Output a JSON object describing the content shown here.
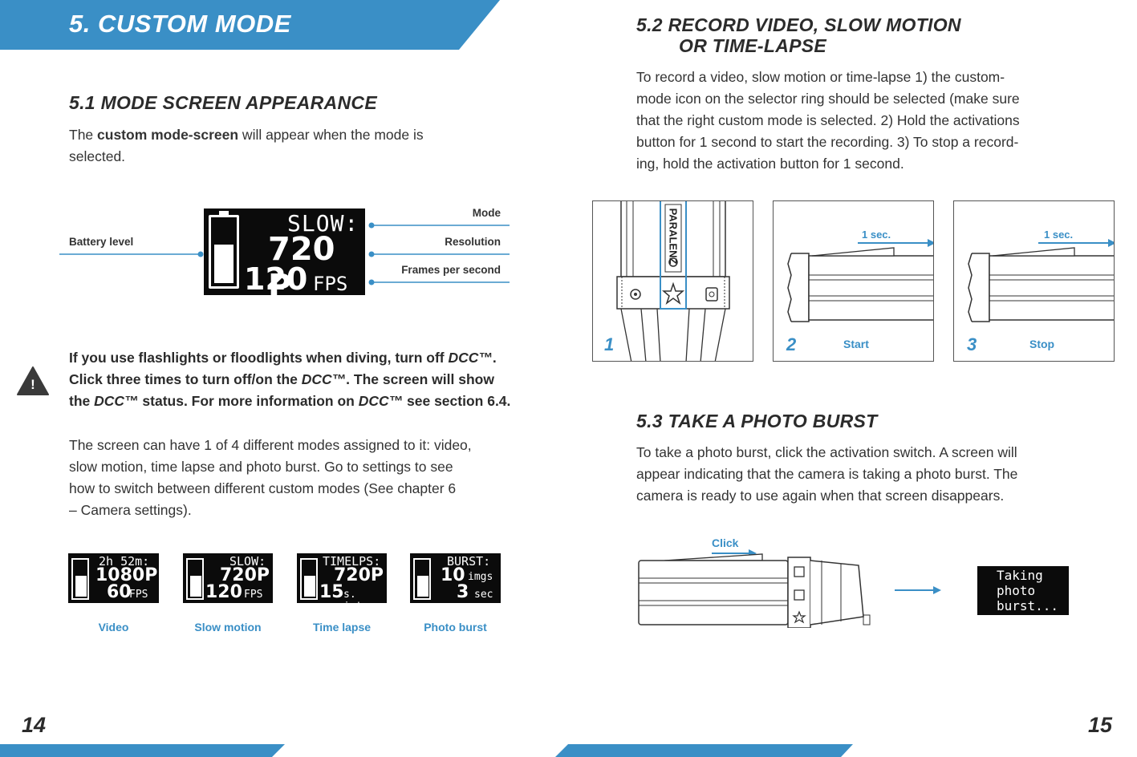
{
  "header": {
    "title": "5.  CUSTOM MODE"
  },
  "section_5_1": {
    "heading": "5.1  MODE SCREEN APPEARANCE",
    "intro_prefix": "The ",
    "intro_bold": "custom mode-screen",
    "intro_line1_rest": " will appear when the mode is",
    "intro_line2": "selected.",
    "screen": {
      "line1": "SLOW:",
      "line2": "720 P",
      "line3_num": "120",
      "line3_unit": "FPS"
    },
    "labels": {
      "battery": "Battery level",
      "mode": "Mode",
      "resolution": "Resolution",
      "fps": "Frames per second"
    }
  },
  "warning": {
    "icon": "!",
    "l1a": "If you use flashlights or floodlights when diving, turn off ",
    "l1b": "DCC™",
    "l1c": ".",
    "l2a": "Click three times to turn off/on the ",
    "l2b": "DCC™",
    "l2c": ". The screen will show",
    "l3a": "the ",
    "l3b": "DCC™",
    "l3c": " status. For more information on ",
    "l3d": "DCC™",
    "l3e": " see section 6.4."
  },
  "modes_text": {
    "l1": "The screen can have 1 of 4 different modes assigned to it: video,",
    "l2": "slow motion, time lapse and photo burst. Go to settings to see",
    "l3": "how to switch between different custom modes (See chapter 6",
    "l4": "– Camera settings)."
  },
  "mode_screens": [
    {
      "top": "2h 52m:",
      "mid": "1080P",
      "bot_num": "60",
      "bot_unit": "FPS",
      "caption": "Video"
    },
    {
      "top": "SLOW:",
      "mid": "720P",
      "bot_num": "120",
      "bot_unit": "FPS",
      "caption": "Slow motion"
    },
    {
      "top": "TIMELPS:",
      "mid": "720P",
      "bot_num": "15",
      "bot_unit": "s. int.",
      "caption": "Time lapse"
    },
    {
      "top": "BURST:",
      "mid": "10",
      "mid_unit": "imgs",
      "bot_num": "3",
      "bot_unit": "sec",
      "caption": "Photo burst"
    }
  ],
  "section_5_2": {
    "heading_line1": "5.2  RECORD VIDEO, SLOW MOTION",
    "heading_line2": "OR TIME-LAPSE",
    "l1": "To record a video, slow motion or time-lapse 1) the custom-",
    "l2": "mode icon on the selector ring should be selected (make sure",
    "l3": "that the right custom mode is selected. 2) Hold the activations",
    "l4": "button for 1 second to start the recording. 3) To stop a record-",
    "l5": "ing, hold the activation button for 1 second.",
    "brand": "PARALENZ",
    "steps": [
      {
        "num": "1",
        "label": ""
      },
      {
        "num": "2",
        "label": "Start",
        "hold": "1 sec."
      },
      {
        "num": "3",
        "label": "Stop",
        "hold": "1 sec."
      }
    ]
  },
  "section_5_3": {
    "heading": "5.3  TAKE A PHOTO BURST",
    "l1": "To take a photo burst, click the activation switch. A screen will",
    "l2": "appear indicating that the camera is taking a photo burst. The",
    "l3": "camera is ready to use again when that screen disappears.",
    "click": "Click",
    "screen_l1": "Taking",
    "screen_l2": "photo",
    "screen_l3": "burst..."
  },
  "footer": {
    "page_left": "14",
    "page_right": "15"
  },
  "colors": {
    "accent": "#3a8fc6",
    "text": "#2b2b2b",
    "lcd_bg": "#0b0b0b"
  }
}
